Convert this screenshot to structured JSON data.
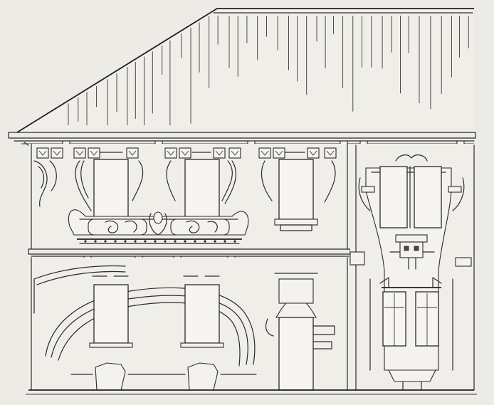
{
  "drawing": {
    "subject": "",
    "paper_color": "#ecebe5",
    "ink_color": "#2d2b28",
    "upper_floor_windows": 4,
    "lower_floor_windows": 3,
    "bay_upper_windows": 2,
    "bay_lower_casements": 2
  }
}
